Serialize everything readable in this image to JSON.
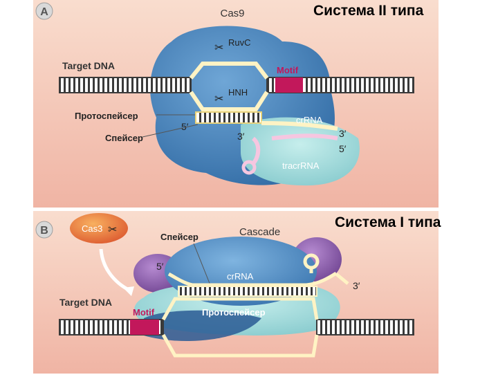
{
  "panel_a": {
    "letter": "A",
    "protein": "Cas9",
    "target_dna": "Target DNA",
    "ruvc": "RuvC",
    "hnh": "HNH",
    "motif": "Motif",
    "protospacer": "Протоспейсер",
    "spacer": "Спейсер",
    "five_prime": "5′",
    "three_prime_left": "3′",
    "crrna": "crRNA",
    "three_prime_right": "3′",
    "five_prime_right": "5′",
    "tracrrna": "tracrRNA"
  },
  "panel_b": {
    "letter": "B",
    "cas3": "Cas3",
    "spacer": "Спейсер",
    "cascade": "Cascade",
    "five_prime": "5′",
    "crrna": "crRNA",
    "three_prime": "3′",
    "target_dna": "Target DNA",
    "motif": "Motif",
    "protospacer": "Протоспейсер"
  },
  "captions": {
    "type2": "Система II типа",
    "type1": "Система I типа"
  },
  "colors": {
    "background_top": "#f8d7c6",
    "background_bottom": "#f0b8a8",
    "cas9_blue": "#3f7fb6",
    "teal": "#9cd6d6",
    "motif": "#c2185b",
    "cas3_orange": "#e8813a",
    "purple": "#8e5aa8"
  }
}
